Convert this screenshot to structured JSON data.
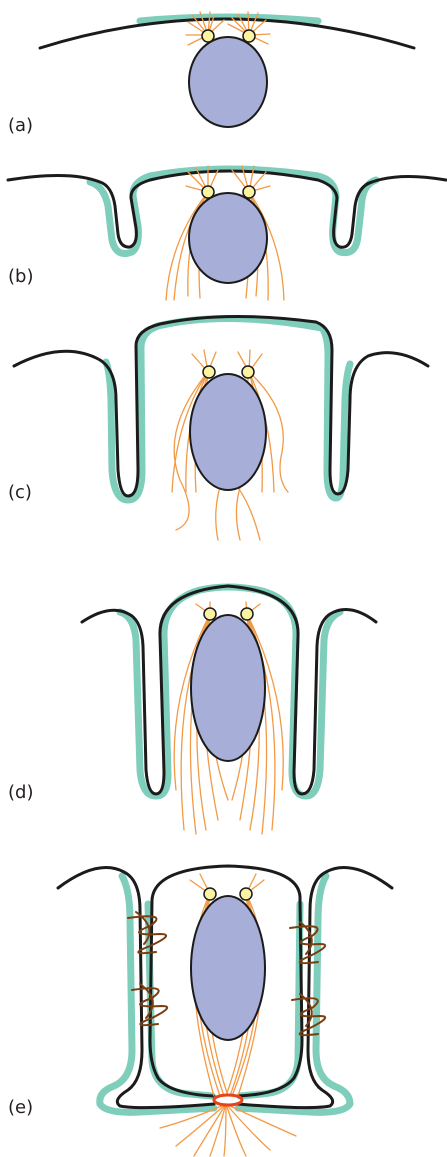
{
  "panels": [
    {
      "label": "(a)"
    },
    {
      "label": "(b)"
    },
    {
      "label": "(c)"
    },
    {
      "label": "(d)"
    },
    {
      "label": "(e)"
    }
  ],
  "colors": {
    "nucleus": "#a7aed8",
    "membrane_coat": "#7fcdbb",
    "membrane": "#1b1b1b",
    "microtubules": "#f29a45",
    "centrioles": "#fbf3a0",
    "actin": "#7a3d12",
    "contractile_ring": "#e8421c"
  }
}
